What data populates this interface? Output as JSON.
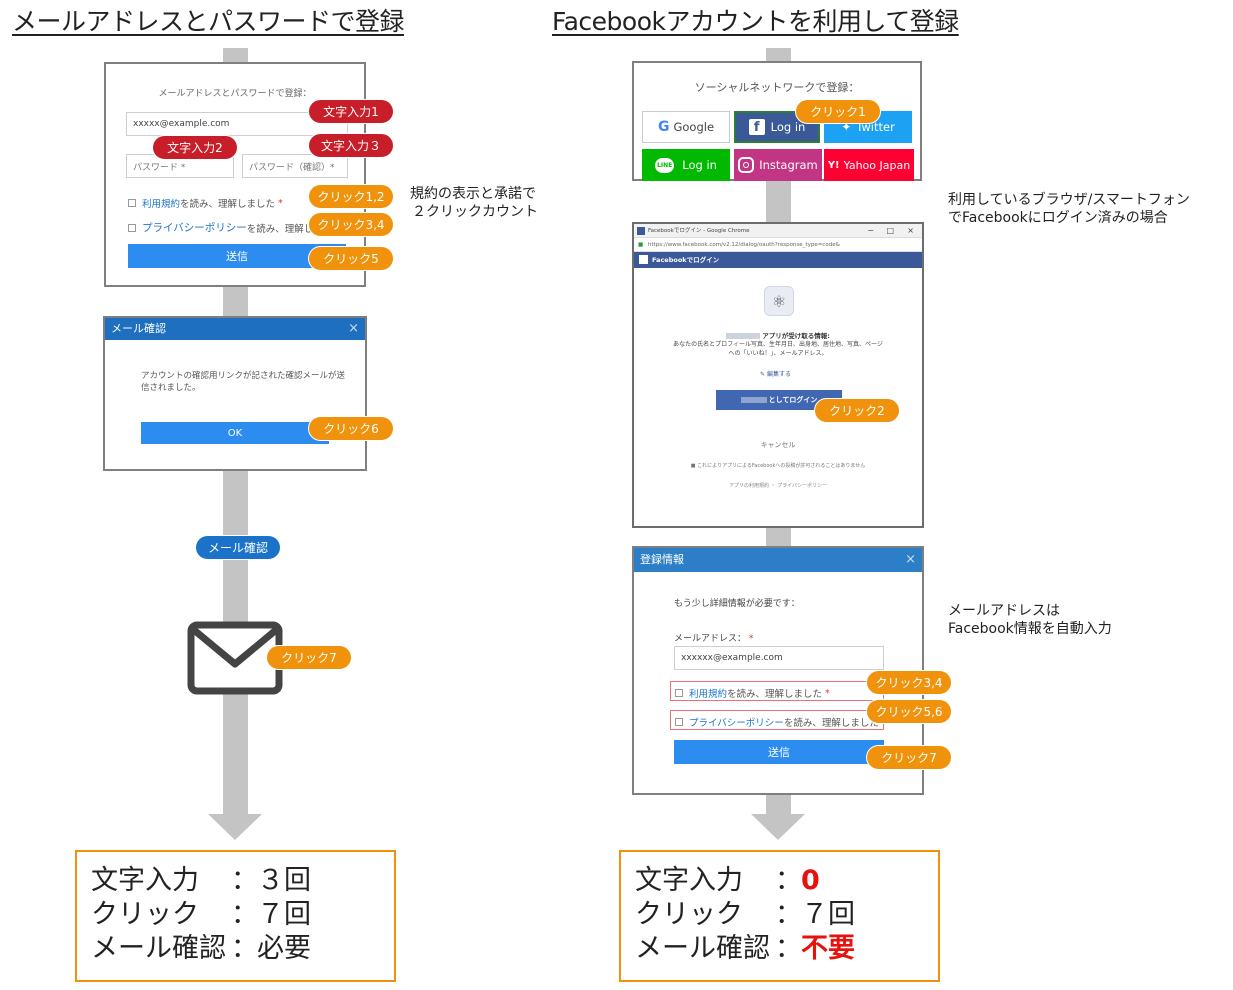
{
  "left": {
    "heading": "メールアドレスとパスワードで登録",
    "form": {
      "title": "メールアドレスとパスワードで登録：",
      "email_value": "xxxxx@example.com",
      "password_placeholder": "パスワード *",
      "password_confirm_placeholder": "パスワード（確認）*",
      "terms_link": "利用規約",
      "terms_text": "を読み、理解しました",
      "privacy_link": "プライバシーポリシー",
      "privacy_text": "を読み、理解しました",
      "required_mark": "*",
      "submit": "送信"
    },
    "badges": {
      "input1": "文字入力1",
      "input2": "文字入力2",
      "input3": "文字入力３",
      "click12": "クリック1,2",
      "click34": "クリック3,4",
      "click5": "クリック5",
      "click6": "クリック6",
      "mail_confirm": "メール確認",
      "click7": "クリック7"
    },
    "note_line1": "規約の表示と承諾で",
    "note_line2": "２クリックカウント",
    "mail_dialog": {
      "title": "メール確認",
      "close": "×",
      "body_line1": "アカウントの確認用リンクが記された確認メールが送",
      "body_line2": "信されました。",
      "ok": "OK"
    },
    "summary": {
      "input_label": "文字入力",
      "input_value": "３回",
      "click_label": "クリック",
      "click_value": "７回",
      "mail_label": "メール確認",
      "mail_value": "必要",
      "colon": "："
    }
  },
  "right": {
    "heading": "Facebookアカウントを利用して登録",
    "social": {
      "title": "ソーシャルネットワークで登録：",
      "google": "Google",
      "facebook": "Log in",
      "twitter": "Twitter",
      "line": "Log in",
      "line_icon": "LINE",
      "instagram": "Instagram",
      "yahoo": "Yahoo Japan",
      "yahoo_icon": "Y!"
    },
    "note_browser_line1": "利用しているブラウザ/スマートフォン",
    "note_browser_line2": "でFacebookにログイン済みの場合",
    "fb_window": {
      "window_title": "Facebookでログイン - Google Chrome",
      "url": "https://www.facebook.com/v2.12/dialog/oauth?response_type=code&",
      "header": "Facebookでログイン",
      "app_receives": "アプリが受け取る情報:",
      "info_line1": "あなたの氏名とプロフィール写真、生年月日、出身地、居住地、写真、ページ",
      "info_line2": "への「いいね！」、メールアドレス。",
      "edit": "編集する",
      "login_button": "としてログイン",
      "cancel": "キャンセル",
      "permission": "これによりアプリによるFacebookへの投稿が許可されることはありません",
      "footer": "アプリの利用規約 ・ プライバシーポリシー",
      "win_min": "−",
      "win_max": "□",
      "win_close": "×"
    },
    "reg_dialog": {
      "title": "登録情報",
      "close": "×",
      "need_more": "もう少し詳細情報が必要です：",
      "email_label": "メールアドレス：",
      "required_mark": "*",
      "email_value": "xxxxxx@example.com",
      "terms_link": "利用規約",
      "terms_text": "を読み、理解しました",
      "privacy_link": "プライバシーポリシー",
      "privacy_text": "を読み、理解しました",
      "submit": "送信"
    },
    "note_email_line1": "メールアドレスは",
    "note_email_line2": "Facebook情報を自動入力",
    "badges": {
      "click1": "クリック1",
      "click2": "クリック2",
      "click34": "クリック3,4",
      "click56": "クリック5,6",
      "click7": "クリック7"
    },
    "summary": {
      "input_label": "文字入力",
      "input_value": "0",
      "click_label": "クリック",
      "click_value": "７回",
      "mail_label": "メール確認",
      "mail_value": "不要",
      "colon": "："
    }
  },
  "colors": {
    "accent_blue": "#2d8cf0",
    "badge_red": "#c81e2a",
    "badge_orange": "#f0920c",
    "summary_red": "#e5120e",
    "facebook": "#3b5998",
    "twitter": "#1da1f2",
    "line": "#00b900",
    "instagram": "#c13584",
    "yahoo": "#ff0033"
  }
}
